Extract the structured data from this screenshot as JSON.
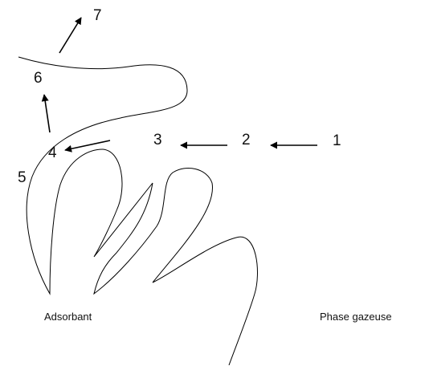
{
  "steps": [
    "1",
    "2",
    "3",
    "4",
    "5",
    "6",
    "7"
  ],
  "labels": {
    "adsorbent": "Adsorbant",
    "gas_phase": "Phase gazeuse"
  }
}
